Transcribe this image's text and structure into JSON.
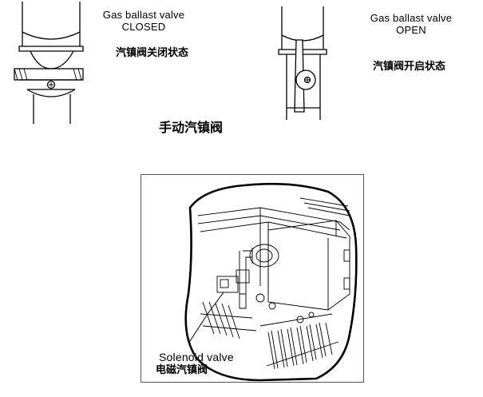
{
  "manual_valve": {
    "closed": {
      "label_en_line1": "Gas ballast valve",
      "label_en_line2": "CLOSED",
      "label_cn": "汽镇阀关闭状态"
    },
    "open": {
      "label_en_line1": "Gas ballast valve",
      "label_en_line2": "OPEN",
      "label_cn": "汽镇阀开启状态"
    },
    "caption_cn": "手动汽镇阀"
  },
  "solenoid_valve": {
    "label_en": "Solenoid valve",
    "label_cn": "电磁汽镇阀"
  }
}
